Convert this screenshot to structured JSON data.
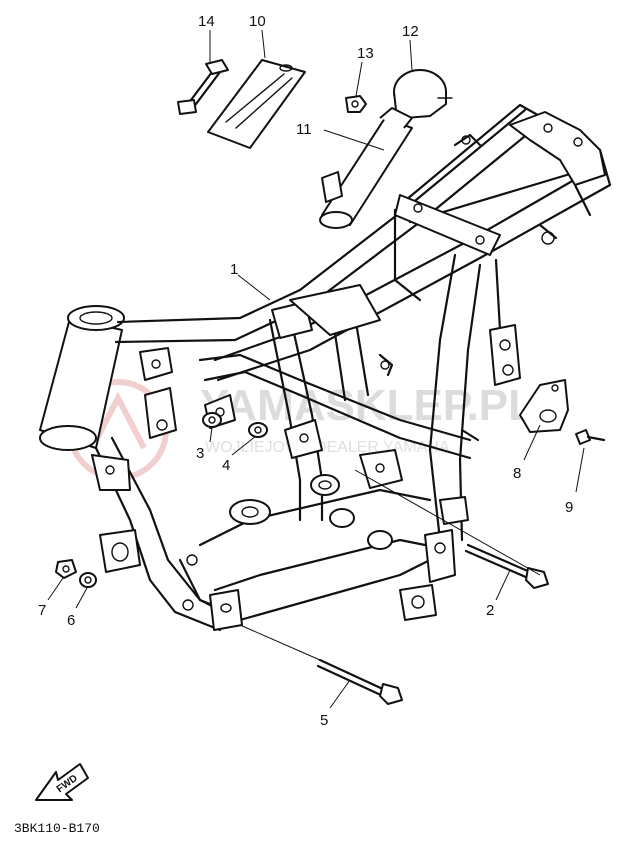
{
  "diagram": {
    "drawing_code": "3BK110-B170",
    "direction_label": "FWD",
    "watermark": {
      "text": "YAMASKLEP.PL",
      "subtext": "WOJLIEJOWY DEALER YAMAHA",
      "logo": "yamaha-tuning-fork-logo"
    },
    "callouts": [
      "1",
      "2",
      "3",
      "4",
      "5",
      "6",
      "7",
      "8",
      "9",
      "10",
      "11",
      "12",
      "13",
      "14"
    ],
    "line_color": "#111111",
    "background": "#ffffff"
  }
}
